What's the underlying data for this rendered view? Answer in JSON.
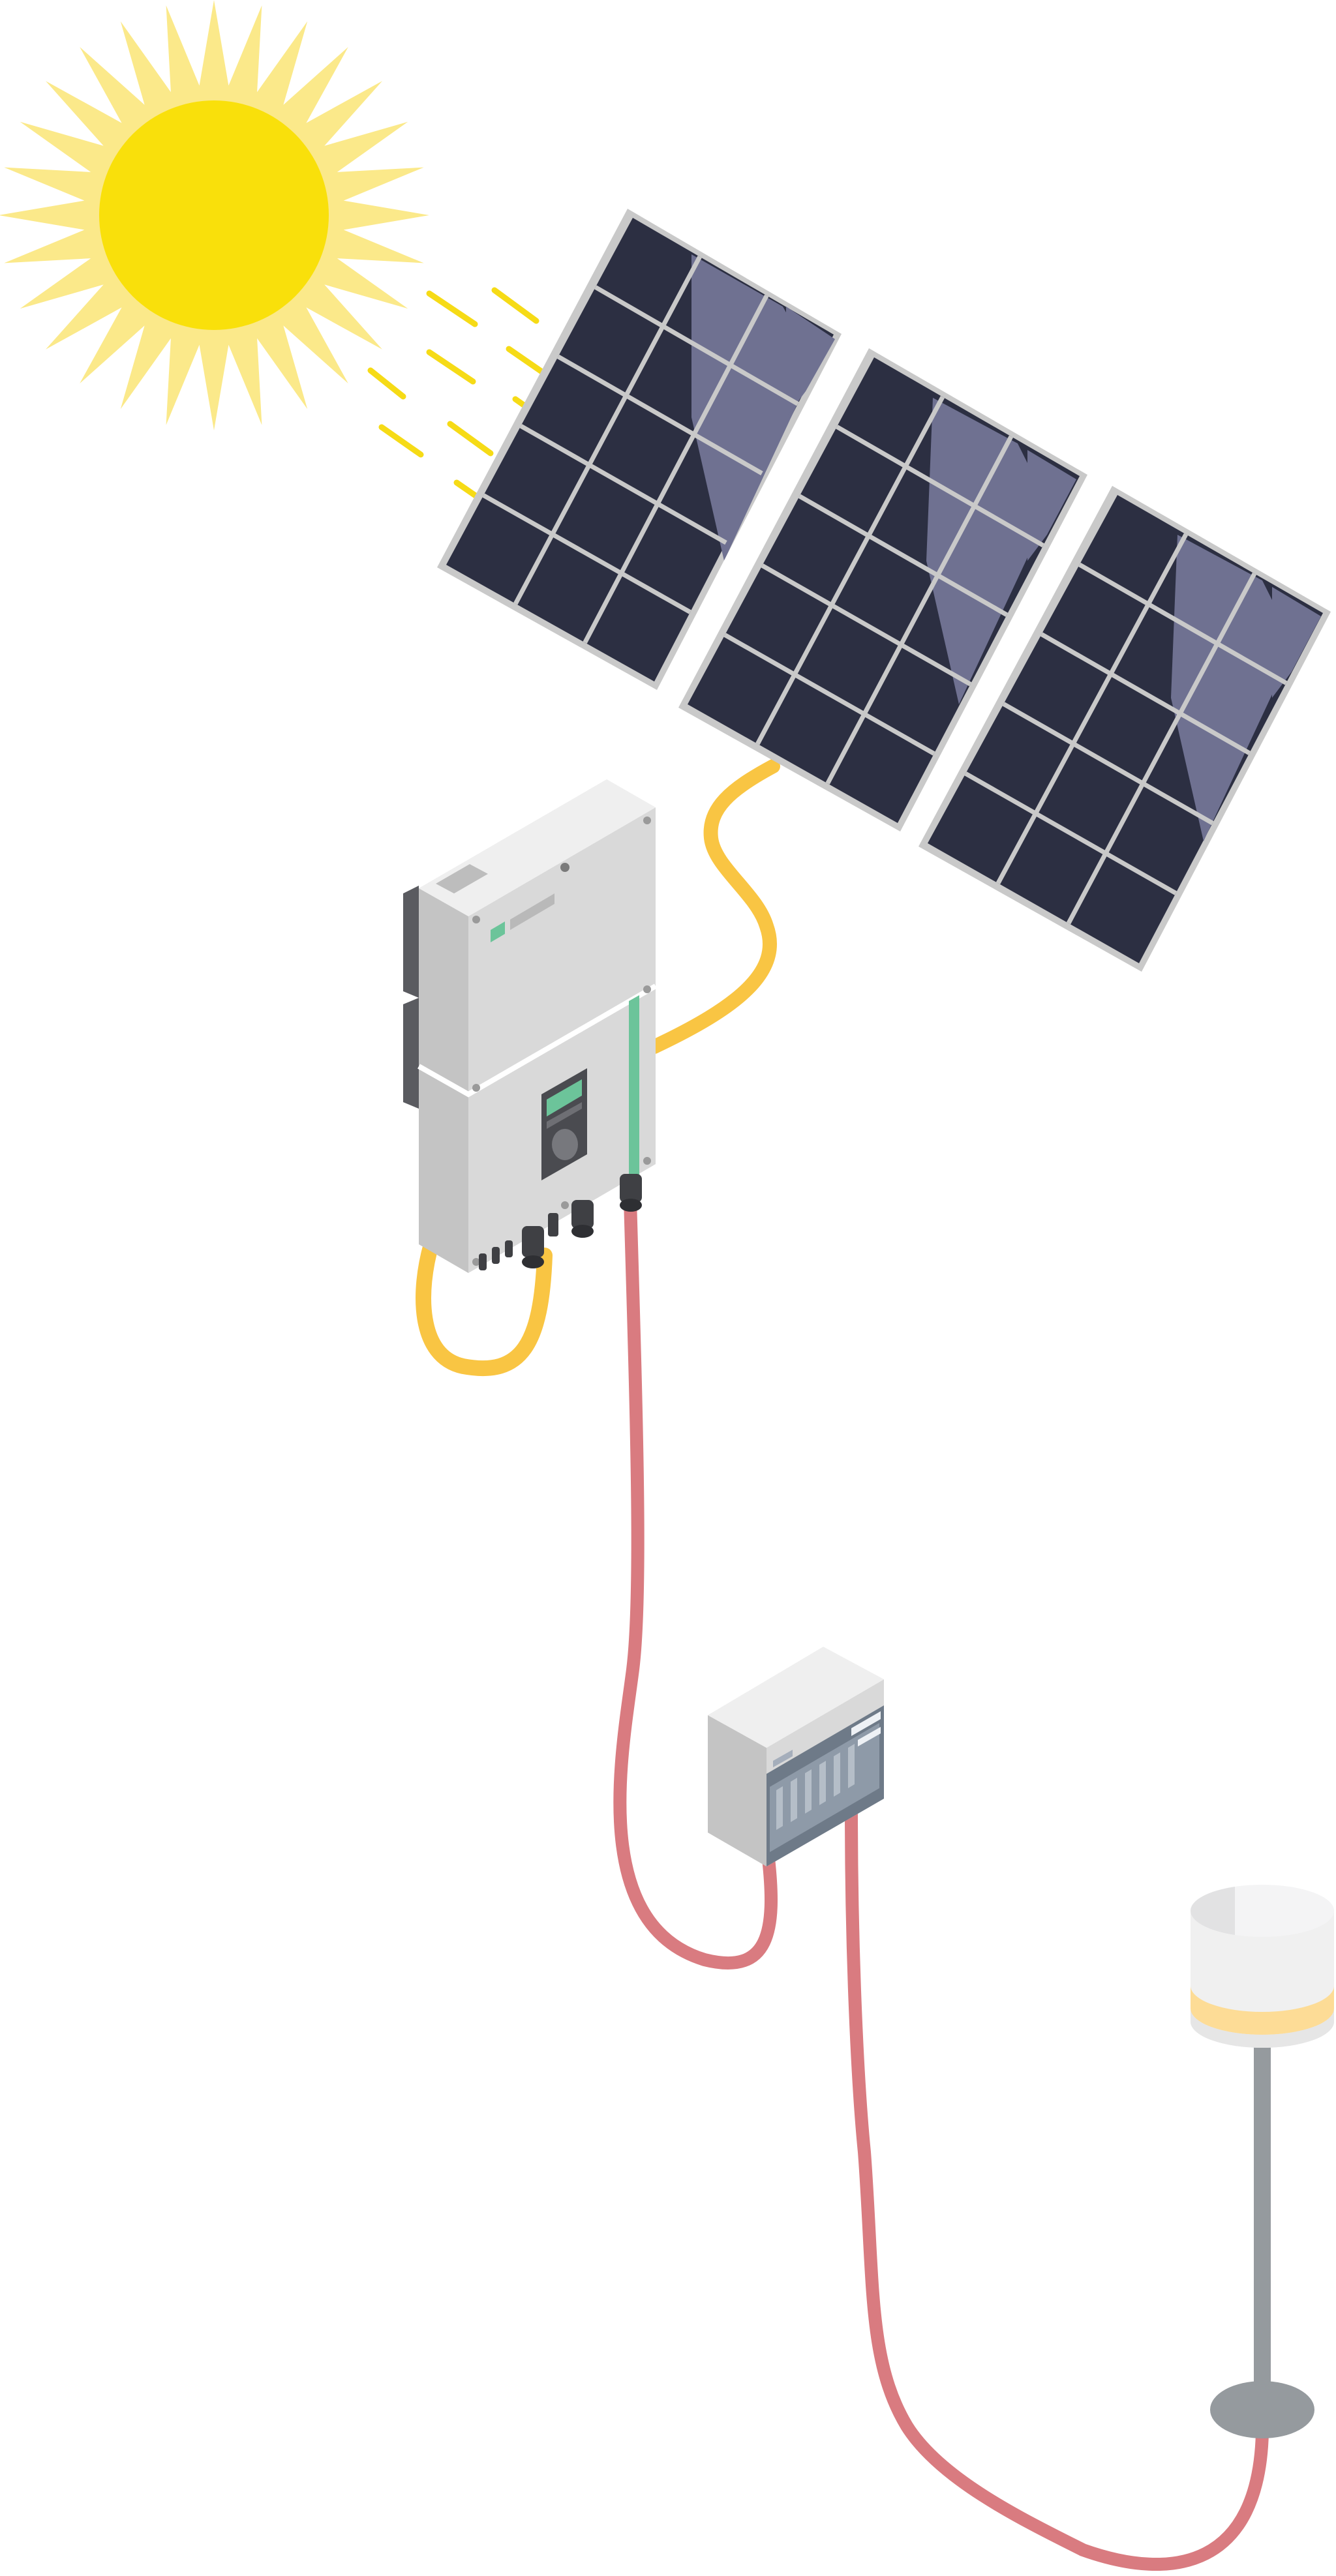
{
  "diagram": {
    "components": [
      {
        "id": "sun",
        "icon": "sun-icon"
      },
      {
        "id": "solar-panel-array",
        "icon": "solar-panel-icon",
        "panel_count": 3
      },
      {
        "id": "inverter",
        "icon": "inverter-icon"
      },
      {
        "id": "distribution-box",
        "icon": "breaker-box-icon"
      },
      {
        "id": "lamp-post",
        "icon": "lamp-icon"
      }
    ],
    "connections": [
      {
        "from": "solar-panel-array",
        "to": "inverter",
        "color": "#f9c543"
      },
      {
        "from": "inverter",
        "to": "inverter",
        "color": "#f9c543"
      },
      {
        "from": "inverter",
        "to": "distribution-box",
        "color": "#d97b80"
      },
      {
        "from": "distribution-box",
        "to": "lamp-post",
        "color": "#d97b80"
      }
    ]
  },
  "colors": {
    "sun_core": "#f9e00b",
    "sun_rays": "#fbe98a",
    "sunbeam": "#f6db16",
    "panel_cell": "#2c2f42",
    "panel_frame": "#c9c9c9",
    "panel_glare": "#6f7191",
    "dc_cable": "#f9c543",
    "ac_cable": "#d97b80",
    "device_body": "#d9d9d9",
    "device_top": "#efefef",
    "device_side": "#c4c4c4",
    "status_green": "#6cc49a",
    "pole": "#959a9e",
    "lamp_glow": "#fddc96"
  }
}
